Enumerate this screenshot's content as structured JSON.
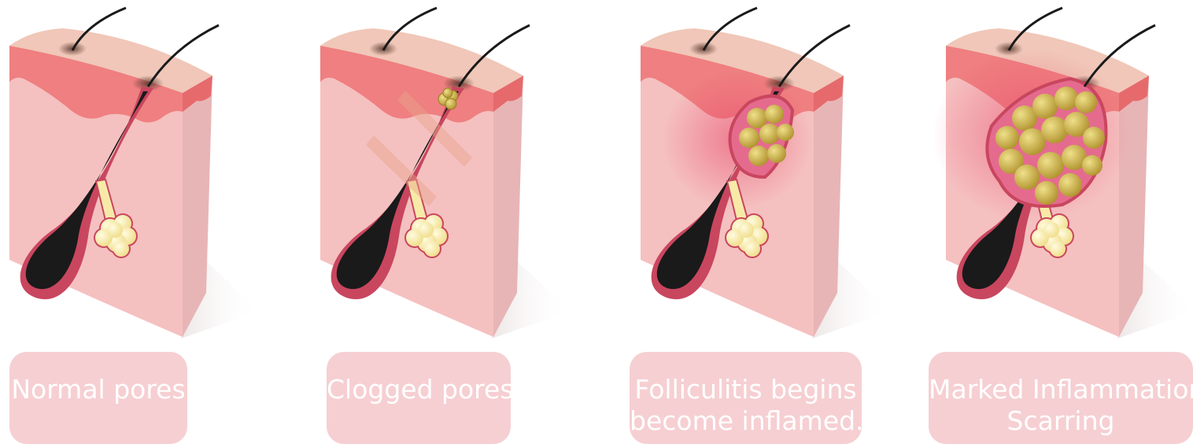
{
  "stages": [
    {
      "id": "normal",
      "label_lines": [
        "Normal pores"
      ]
    },
    {
      "id": "clogged",
      "label_lines": [
        "Clogged pores"
      ]
    },
    {
      "id": "folliculitis",
      "label_lines": [
        "Folliculitis begins",
        "become inflamed."
      ]
    },
    {
      "id": "inflammation",
      "label_lines": [
        "Marked Inflammation",
        "Scarring"
      ]
    }
  ],
  "colors": {
    "skin_surface": "#f0c7b8",
    "epidermis": "#ef7f80",
    "dermis": "#f5c0c0",
    "side_face": "#e8b5b6",
    "follicle_wall": "#c9465f",
    "hair": "#1a1a1a",
    "sebaceous_gland": "#f7eaa8",
    "clog": "#c9ad3f",
    "label_box": "#f6cfd2",
    "label_text": "#ffffff"
  }
}
